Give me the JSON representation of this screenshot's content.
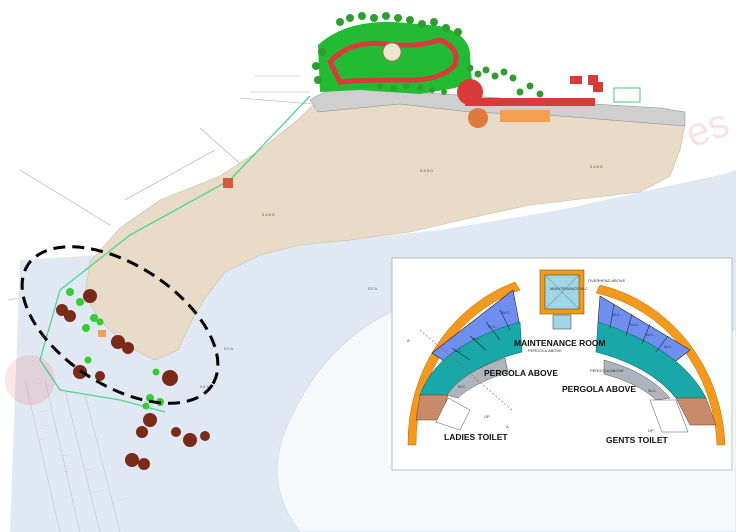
{
  "inset_plan": {
    "labels": {
      "maintenance_room": "MAINTENANCE ROOM",
      "pergola_left": "PERGOLA ABOVE",
      "pergola_right": "PERGOLA ABOVE",
      "ladies_toilet": "LADIES TOILET",
      "gents_toilet": "GENTS TOILET",
      "section_marker_top": "A",
      "section_marker_bottom": "A",
      "maintenance_inner": "MAINTENANCE W.C.",
      "overhead": "OVERHEAD ABOVE",
      "pergola_note_1": "PERGOLA ABOVE",
      "pergola_note_2": "PERGOLA ABOVE",
      "up_left": "UP",
      "up_right": "UP"
    },
    "cubicle_label": "W.C."
  },
  "site_plan": {
    "sand_labels": [
      "SAND",
      "SAND",
      "SAND"
    ],
    "sea_labels": [
      "SEA",
      "SEA",
      "SEA"
    ]
  },
  "watermark": {
    "text": "es"
  },
  "colors": {
    "sand": "#e8dcc8",
    "sea": "#dfe8f3",
    "greenery": "#22bb33",
    "path": "#d93a3a",
    "tree": "#7a2a18",
    "outer_ring": "#f39a1e",
    "pergola": "#1aa7a7",
    "toilet_cubicle": "#6f8ff0",
    "stair_brown": "#c98a6a"
  }
}
